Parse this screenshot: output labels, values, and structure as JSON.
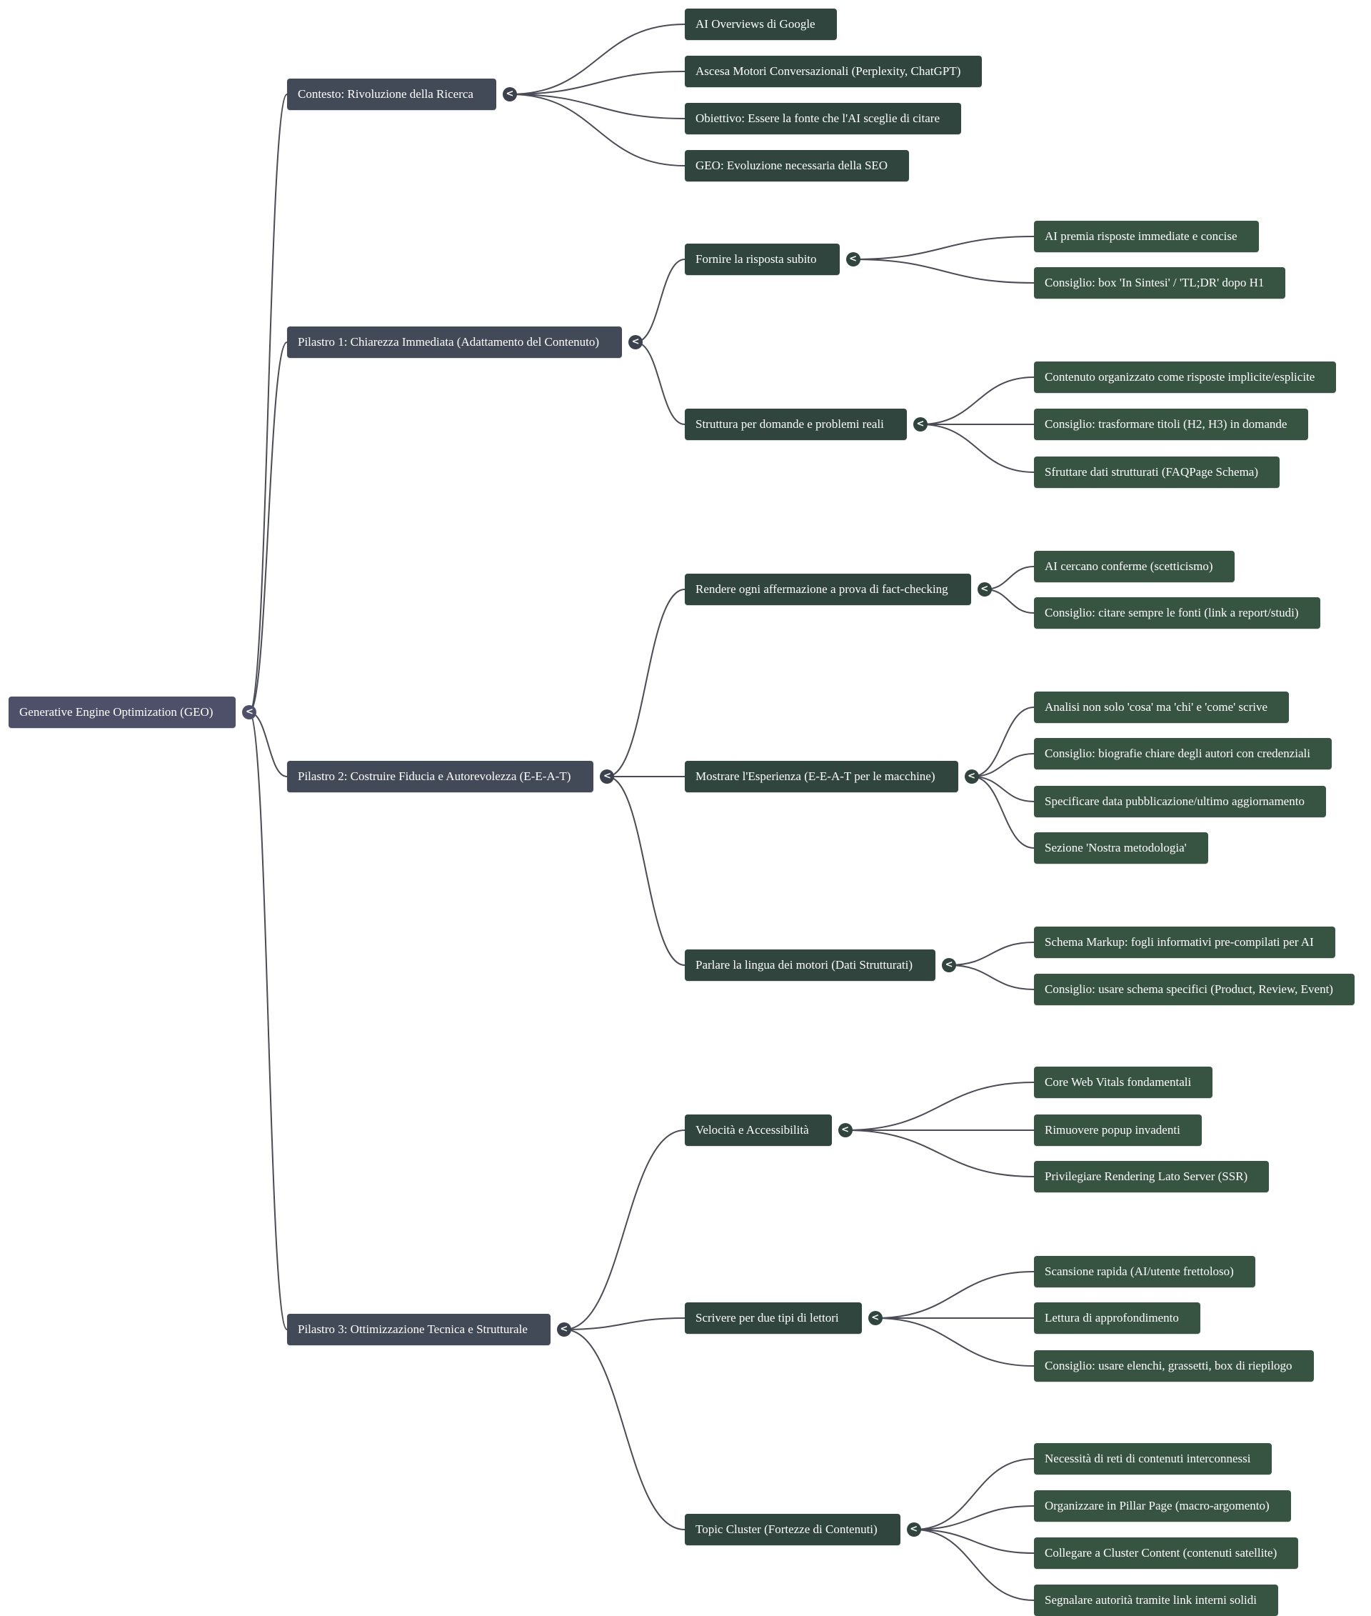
{
  "map": {
    "label": "Generative Engine Optimization (GEO)",
    "toggle_icon": "<",
    "colors": {
      "root": "#4d5068",
      "level1": "#434a57",
      "level2": "#30453e",
      "level3": "#375443",
      "edge": "#4a4b57"
    },
    "children": [
      {
        "label": "Contesto: Rivoluzione della Ricerca",
        "children": [
          {
            "label": "AI Overviews di Google"
          },
          {
            "label": "Ascesa Motori Conversazionali (Perplexity, ChatGPT)"
          },
          {
            "label": "Obiettivo: Essere la fonte che l'AI sceglie di citare"
          },
          {
            "label": "GEO: Evoluzione necessaria della SEO"
          }
        ]
      },
      {
        "label": "Pilastro 1: Chiarezza Immediata (Adattamento del Contenuto)",
        "children": [
          {
            "label": "Fornire la risposta subito",
            "children": [
              {
                "label": "AI premia risposte immediate e concise"
              },
              {
                "label": "Consiglio: box 'In Sintesi' / 'TL;DR' dopo H1"
              }
            ]
          },
          {
            "label": "Struttura per domande e problemi reali",
            "children": [
              {
                "label": "Contenuto organizzato come risposte implicite/esplicite"
              },
              {
                "label": "Consiglio: trasformare titoli (H2, H3) in domande"
              },
              {
                "label": "Sfruttare dati strutturati (FAQPage Schema)"
              }
            ]
          }
        ]
      },
      {
        "label": "Pilastro 2: Costruire Fiducia e Autorevolezza (E-E-A-T)",
        "children": [
          {
            "label": "Rendere ogni affermazione a prova di fact-checking",
            "children": [
              {
                "label": "AI cercano conferme (scetticismo)"
              },
              {
                "label": "Consiglio: citare sempre le fonti (link a report/studi)"
              }
            ]
          },
          {
            "label": "Mostrare l'Esperienza (E-E-A-T per le macchine)",
            "children": [
              {
                "label": "Analisi non solo 'cosa' ma 'chi' e 'come' scrive"
              },
              {
                "label": "Consiglio: biografie chiare degli autori con credenziali"
              },
              {
                "label": "Specificare data pubblicazione/ultimo aggiornamento"
              },
              {
                "label": "Sezione 'Nostra metodologia'"
              }
            ]
          },
          {
            "label": "Parlare la lingua dei motori (Dati Strutturati)",
            "children": [
              {
                "label": "Schema Markup: fogli informativi pre-compilati per AI"
              },
              {
                "label": "Consiglio: usare schema specifici (Product, Review, Event)"
              }
            ]
          }
        ]
      },
      {
        "label": "Pilastro 3: Ottimizzazione Tecnica e Strutturale",
        "children": [
          {
            "label": "Velocità e Accessibilità",
            "children": [
              {
                "label": "Core Web Vitals fondamentali"
              },
              {
                "label": "Rimuovere popup invadenti"
              },
              {
                "label": "Privilegiare Rendering Lato Server (SSR)"
              }
            ]
          },
          {
            "label": "Scrivere per due tipi di lettori",
            "children": [
              {
                "label": "Scansione rapida (AI/utente frettoloso)"
              },
              {
                "label": "Lettura di approfondimento"
              },
              {
                "label": "Consiglio: usare elenchi, grassetti, box di riepilogo"
              }
            ]
          },
          {
            "label": "Topic Cluster (Fortezze di Contenuti)",
            "children": [
              {
                "label": "Necessità di reti di contenuti interconnessi"
              },
              {
                "label": "Organizzare in Pillar Page (macro-argomento)"
              },
              {
                "label": "Collegare a Cluster Content (contenuti satellite)"
              },
              {
                "label": "Segnalare autorità tramite link interni solidi"
              }
            ]
          }
        ]
      }
    ]
  }
}
